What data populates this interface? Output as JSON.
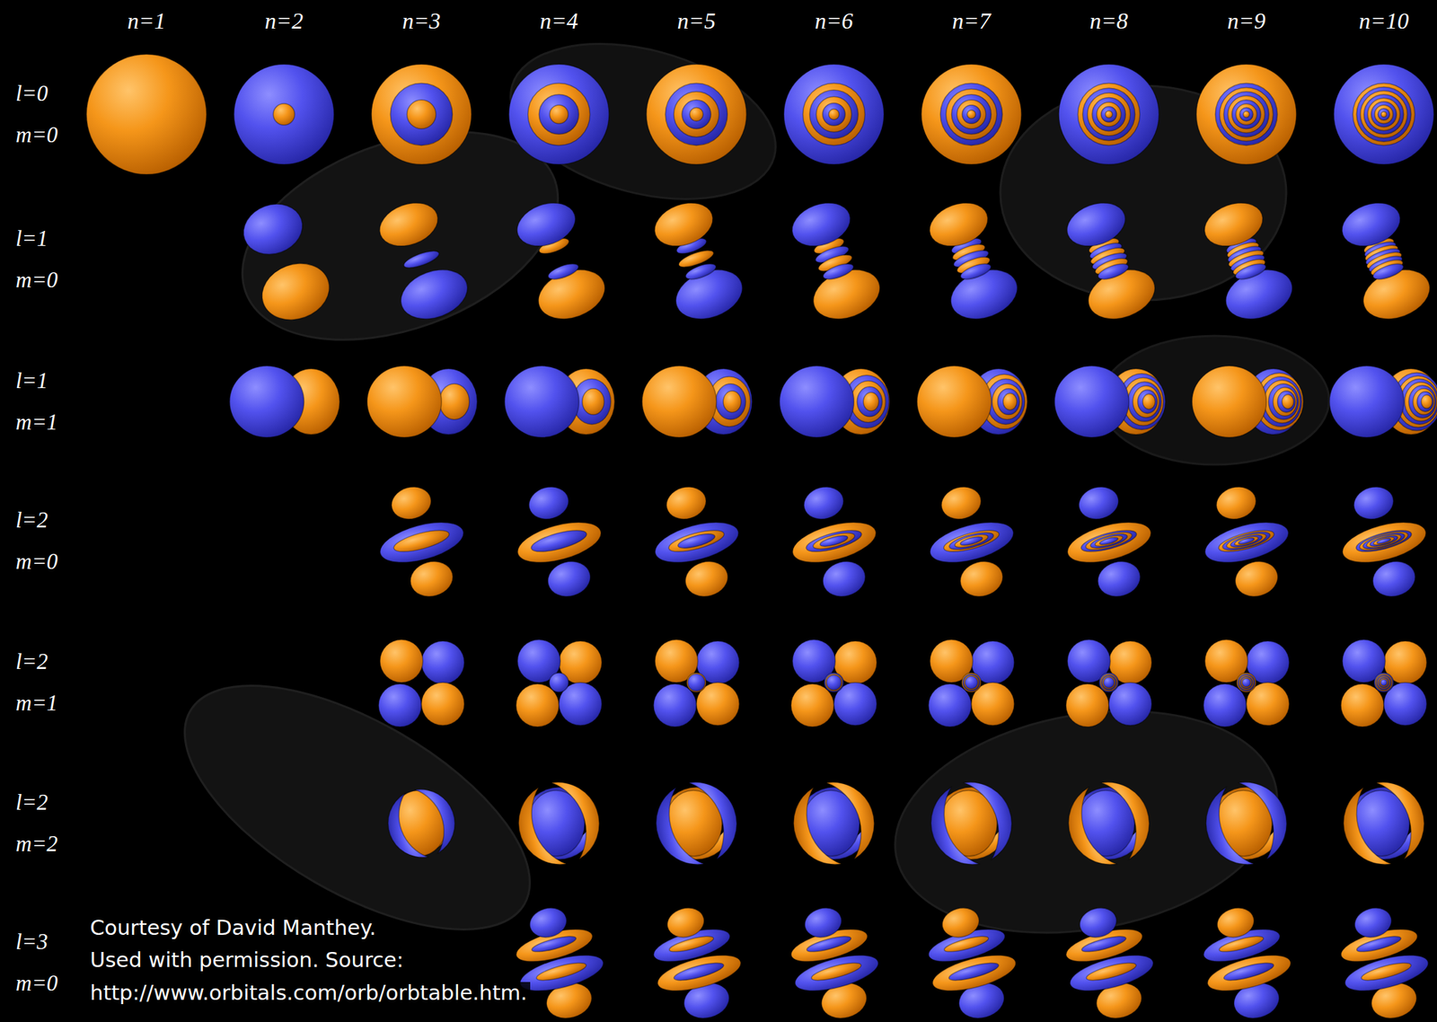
{
  "diagram": {
    "labels": [
      "n=1",
      "n=2",
      "n=3",
      "n=4",
      "n=5",
      "n=6",
      "n=7",
      "n=8",
      "n=9",
      "n=10",
      "l=0",
      "m=0",
      "l=1",
      "m=0",
      "l=1",
      "m=1",
      "l=2",
      "m=0",
      "l=2",
      "m=1",
      "l=2",
      "m=2",
      "l=3",
      "m=0",
      "Courtesy of David Manthey.",
      "Used with permission. Source:",
      "http://www.orbitals.com/orb/orbtable.htm."
    ]
  }
}
